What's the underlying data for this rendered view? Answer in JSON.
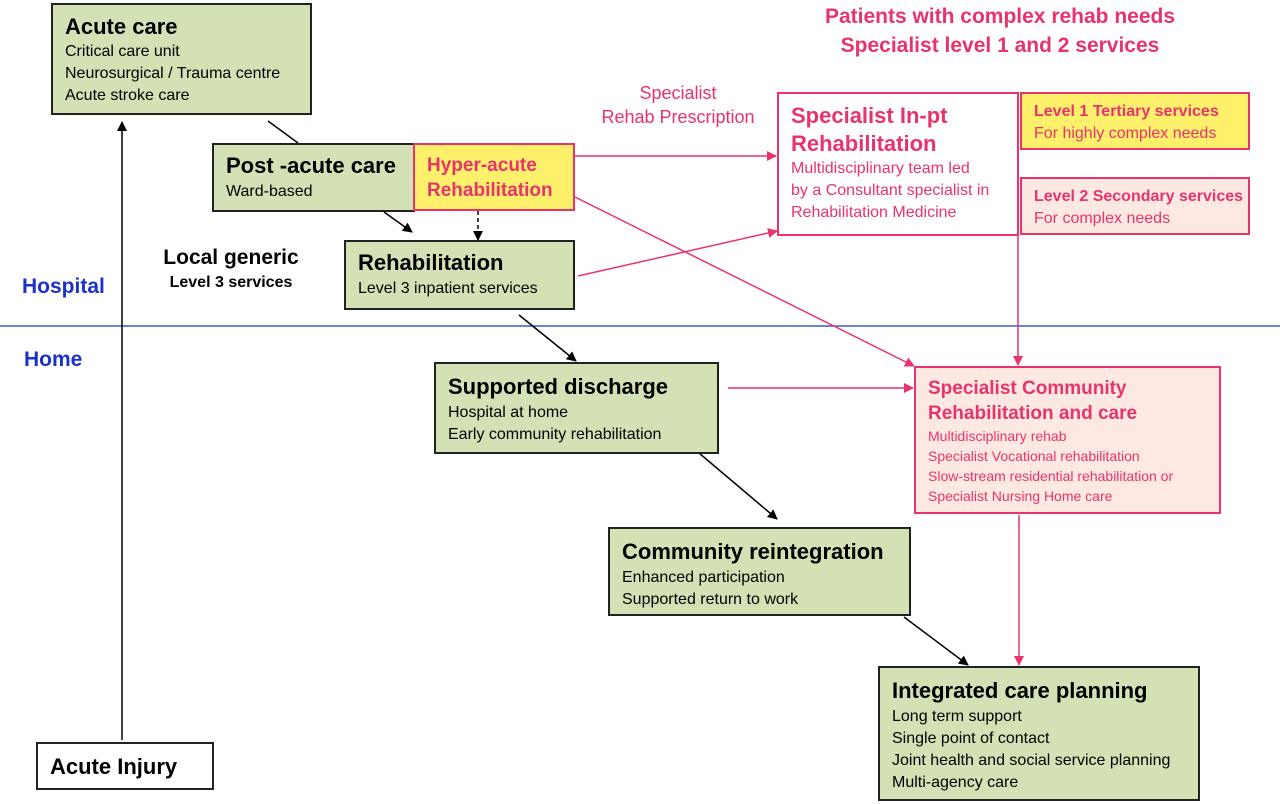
{
  "heading": {
    "line1": "Patients with complex rehab needs",
    "line2": "Specialist level 1 and 2  services"
  },
  "zones": {
    "hospital": "Hospital",
    "home": "Home"
  },
  "local_generic": {
    "title": "Local generic",
    "subtitle": "Level 3 services"
  },
  "specialist_prescription": {
    "line1": "Specialist",
    "line2": "Rehab Prescription"
  },
  "boxes": {
    "acute_care": {
      "title": "Acute care",
      "lines": [
        "Critical care unit",
        "Neurosurgical / Trauma centre",
        "Acute stroke care"
      ]
    },
    "post_acute": {
      "title": "Post -acute care",
      "lines": [
        "Ward-based"
      ]
    },
    "hyper_acute": {
      "title1": "Hyper-acute",
      "title2": "Rehabilitation"
    },
    "rehabilitation": {
      "title": "Rehabilitation",
      "lines": [
        "Level 3 inpatient services"
      ]
    },
    "specialist_inpt": {
      "title1": "Specialist In-pt",
      "title2": "Rehabilitation",
      "lines": [
        "Multidisciplinary team led",
        "by a Consultant specialist in",
        "Rehabilitation Medicine"
      ]
    },
    "level1": {
      "title": "Level 1 Tertiary services",
      "lines": [
        "For highly complex needs"
      ]
    },
    "level2": {
      "title": "Level 2 Secondary services",
      "lines": [
        "For complex needs"
      ]
    },
    "supported_discharge": {
      "title": "Supported discharge",
      "lines": [
        "Hospital at home",
        "Early community rehabilitation"
      ]
    },
    "specialist_community": {
      "title1": "Specialist Community",
      "title2": "Rehabilitation and care",
      "lines": [
        "Multidisciplinary rehab",
        "Specialist Vocational rehabilitation",
        "Slow-stream residential rehabilitation or",
        "Specialist Nursing Home care"
      ]
    },
    "community_reintegration": {
      "title": "Community reintegration",
      "lines": [
        "Enhanced participation",
        "Supported return to work"
      ]
    },
    "integrated_care": {
      "title": "Integrated care planning",
      "lines": [
        "Long term support",
        "Single point of contact",
        "Joint health and social service planning",
        "Multi-agency care"
      ]
    },
    "acute_injury": {
      "title": "Acute Injury"
    }
  },
  "colors": {
    "pink": "#e8336c",
    "blue": "#1a32c8",
    "green_fill": "#d3e1b5",
    "yellow_fill": "#fef06a",
    "peach_fill": "#fde9e1",
    "divider": "#3a5cc4"
  }
}
